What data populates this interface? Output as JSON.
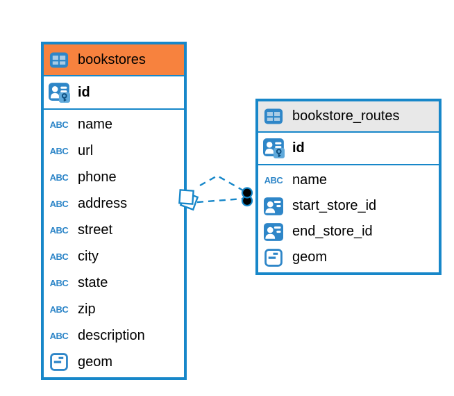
{
  "diagram": {
    "tables": [
      {
        "name": "bookstores",
        "header_style": "orange",
        "columns": [
          {
            "name": "id",
            "type": "primary-key"
          },
          {
            "name": "name",
            "type": "text"
          },
          {
            "name": "url",
            "type": "text"
          },
          {
            "name": "phone",
            "type": "text"
          },
          {
            "name": "address",
            "type": "text"
          },
          {
            "name": "street",
            "type": "text"
          },
          {
            "name": "city",
            "type": "text"
          },
          {
            "name": "state",
            "type": "text"
          },
          {
            "name": "zip",
            "type": "text"
          },
          {
            "name": "description",
            "type": "text"
          },
          {
            "name": "geom",
            "type": "geometry"
          }
        ]
      },
      {
        "name": "bookstore_routes",
        "header_style": "gray",
        "columns": [
          {
            "name": "id",
            "type": "primary-key"
          },
          {
            "name": "name",
            "type": "text"
          },
          {
            "name": "start_store_id",
            "type": "reference"
          },
          {
            "name": "end_store_id",
            "type": "reference"
          },
          {
            "name": "geom",
            "type": "geometry"
          }
        ]
      }
    ],
    "relationship": {
      "from_table": "bookstore_routes",
      "to_table": "bookstores",
      "style": "dashed"
    },
    "icons": {
      "text_type_glyph": "ABC"
    },
    "colors": {
      "table_border": "#1787C9",
      "header_orange": "#F7823E",
      "header_gray": "#E8E8E8",
      "icon_blue": "#2E86C8",
      "icon_cell_light": "#A9CBE5",
      "connector": "#1787C9",
      "endpoint_dot": "#000000",
      "background": "#ffffff"
    }
  }
}
